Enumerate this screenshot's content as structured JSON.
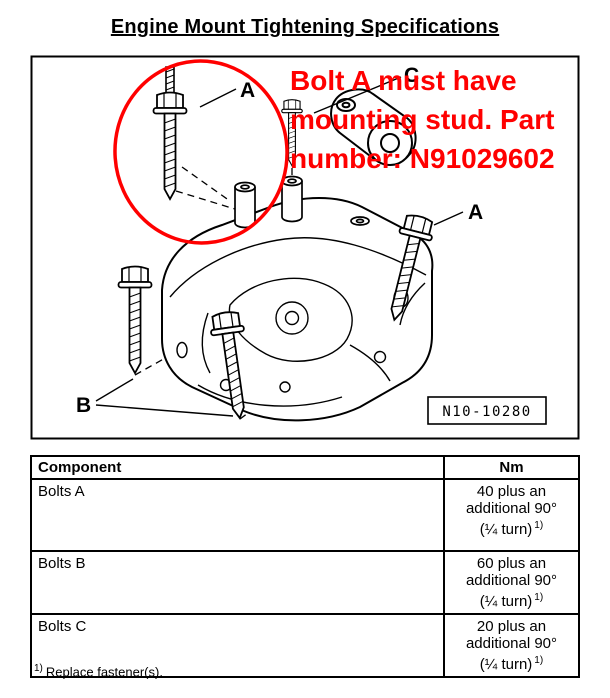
{
  "page": {
    "title": "Engine Mount Tightening Specifications"
  },
  "diagram": {
    "label_a_top": "A",
    "label_c": "C",
    "label_a_right": "A",
    "label_b": "B",
    "ref_number": "N10-10280"
  },
  "annotation": {
    "color": "#ff0000",
    "lines": [
      "Bolt A must have",
      "mounting stud. Part",
      "number: N91029602"
    ]
  },
  "table": {
    "headers": {
      "component": "Component",
      "nm": "Nm"
    },
    "rows": [
      {
        "component": "Bolts A",
        "nm_lines": [
          "40 plus an",
          "additional 90°",
          "(¼ turn)"
        ],
        "footnote_ref": "1)"
      },
      {
        "component": "Bolts B",
        "nm_lines": [
          "60 plus an",
          "additional 90°",
          "(¼ turn)"
        ],
        "footnote_ref": "1)"
      },
      {
        "component": "Bolts C",
        "nm_lines": [
          "20 plus an",
          "additional 90°",
          "(¼ turn)"
        ],
        "footnote_ref": "1)"
      }
    ]
  },
  "footnote": {
    "ref": "1)",
    "text": "Replace fastener(s)."
  }
}
